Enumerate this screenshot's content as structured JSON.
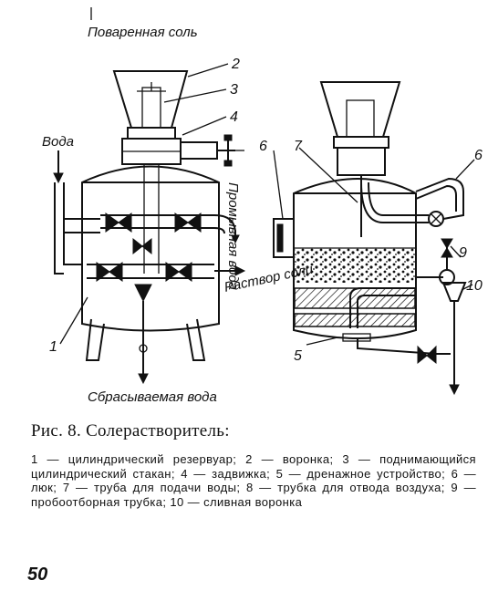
{
  "figure": {
    "labels": {
      "salt": "Поваренная соль",
      "water": "Вода",
      "flush_water": "Промывная вода",
      "brine": "Раствор соли",
      "discharge": "Сбрасываемая вода"
    },
    "numbers": {
      "n1": "1",
      "n2": "2",
      "n3": "3",
      "n4": "4",
      "n5": "5",
      "n6_left": "6",
      "n6_right": "6",
      "n7": "7",
      "n9": "9",
      "n10": "10"
    }
  },
  "caption": {
    "title": "Рис. 8. Солерастворитель:",
    "legend": [
      "1 — цилиндрический резервуар;",
      "2 — воронка;",
      "3 — поднимающийся цилиндрический стакан;",
      "4 — задвижка;",
      "5 — дренажное устройство;",
      "6 — люк;",
      "7 — труба для подачи воды;",
      "8 — трубка для отвода воздуха;",
      "9 — пробоотборная трубка;",
      "10 — сливная воронка"
    ]
  },
  "page_number": "50"
}
